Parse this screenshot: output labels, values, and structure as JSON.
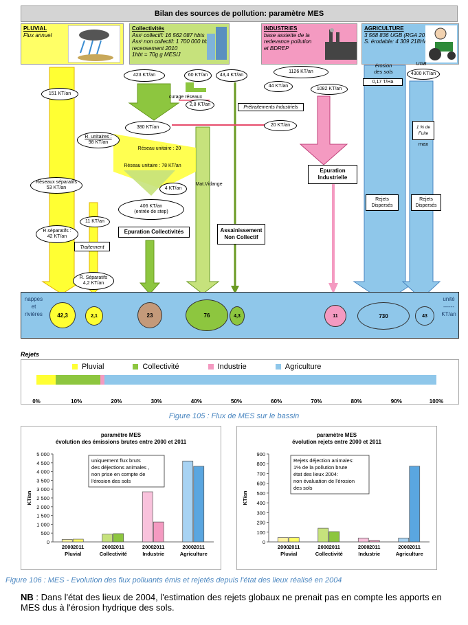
{
  "title": "Bilan des sources de pollution:  paramètre MES",
  "sources": {
    "pluvial": {
      "head": "PLUVIAL",
      "sub": "Flux annuel"
    },
    "collectivites": {
      "head": "Collectivités",
      "l1": "Assᵗ collectif:  16 562 087 hbts",
      "l2": "Assᵗ non collectif:  1 700 000 hbts",
      "l3": "recensement  2010",
      "l4": "1hbt = 70g g MES/J"
    },
    "industries": {
      "head": "INDUSTRIES",
      "l1": "base assiette de la",
      "l2": "redevance  pollution",
      "l3": "et BDREP"
    },
    "agriculture": {
      "head": "AGRICULTURE",
      "l1": "3 568 836  UGB (RGA 2010)",
      "l2": "S. érodable:  4 309 218Ha"
    }
  },
  "flows": {
    "pluvial_151": "151 KT/an",
    "col_423": "423  KT/an",
    "col_60": "60 KT/an",
    "col_43": "43,4  KT/an",
    "curage": "curage réseaux",
    "col_2_8": "2,8 KT/an",
    "col_380": "380 KT/an",
    "r_unitaires": "R. unitaires :",
    "r_unitaires_v": "98 KT/an",
    "reseau_unitaire_20": "Réseau unitaire : 20",
    "reseau_unitaire_78": "Réseau unitaire : 78 KT/an",
    "reseaux_sep": "Réseaux séparatifs",
    "reseaux_sep_v": "53 KT/an",
    "col_4": "4 KT/an",
    "mat_vidange": "Mat.Vidange",
    "col_406": "406 KT/an",
    "col_406_sub": "(entrée de step)",
    "r_sep_42": "R.séparatifs :",
    "r_sep_42_v": "42 KT/an",
    "sep_11": "11 KT/an",
    "traitement": "Traitement",
    "r_sep_4_2": "R. Séparatifs",
    "r_sep_4_2_v": "4,2 KT/an",
    "epuration_col": "Epuration Collectivités",
    "assainissement": "Assainissement",
    "assainissement2": "Non Collectif",
    "ind_1126": "1126  KT/an",
    "ind_44": "44 KT/an",
    "ind_1082": "1082 KT/an",
    "pretraitements": "Prétraitements Industriels",
    "ind_20": "20  KT/an",
    "epuration_ind": "Epuration",
    "epuration_ind2": "Industrielle",
    "erosion": "érosion",
    "erosion2": "des sols",
    "erosion_v": "0,17 T/Ha",
    "ugb": "UGB",
    "ugb_v": "4300 KT/an",
    "fuite": "1 % de",
    "fuite2": "Fuite",
    "fuite3": "max",
    "rejets_disp1": "Rejets",
    "rejets_disp1b": "Dispersés",
    "rejets_disp2": "Rejets",
    "rejets_disp2b": "Dispersés"
  },
  "band": {
    "left1": "nappes",
    "left2": "et",
    "left3": "rivières",
    "right1": "unité",
    "right2": "------",
    "right3": "KT/an",
    "values": [
      "42,3",
      "2,1",
      "23",
      "76",
      "4,3",
      "11",
      "730",
      "43"
    ]
  },
  "rejets": {
    "title": "Rejets",
    "legend": [
      "Pluvial",
      "Collectivité",
      "Industrie",
      "Agriculture"
    ],
    "colors": [
      "#ffff33",
      "#8dc63f",
      "#f49ac1",
      "#8fc7ea"
    ],
    "shares_percent": [
      4.8,
      11.1,
      1.2,
      82.9
    ],
    "axis": [
      "0%",
      "10%",
      "20%",
      "30%",
      "40%",
      "50%",
      "60%",
      "70%",
      "80%",
      "90%",
      "100%"
    ]
  },
  "fig105": "Figure 105 : Flux de MES sur le bassin",
  "fig106": "Figure 106 : MES - Evolution des flux polluants émis et rejetés depuis l'état des lieux réalisé en 2004",
  "note_bold": "NB",
  "note": " : Dans l'état des lieux de 2004, l'estimation des rejets globaux ne prenait pas en compte les apports en MES dus à l'érosion hydrique des sols.",
  "chart_data": [
    {
      "type": "bar",
      "title": "paramètre MES",
      "subtitle": "évolution  des émissions brutes entre 2000 et 2011",
      "ylabel": "KT/an",
      "ylim": [
        0,
        5000
      ],
      "yticks": [
        "0",
        "500",
        "1 000",
        "1 500",
        "2 000",
        "2 500",
        "3 000",
        "3 500",
        "4 000",
        "4 500",
        "5 000"
      ],
      "categories": [
        "Pluvial",
        "Collectivité",
        "Industrie",
        "Agriculture"
      ],
      "years": [
        "2000",
        "2011"
      ],
      "series": [
        {
          "values": [
            140,
            440,
            2850,
            4600
          ]
        },
        {
          "values": [
            155,
            470,
            1130,
            4300
          ]
        }
      ],
      "annotation": [
        "uniquement  flux bruts",
        "des déjections animales ,",
        "non prise en compte de",
        "l'érosion des sols"
      ]
    },
    {
      "type": "bar",
      "title": "paramètre MES",
      "subtitle": "évolution  rejets entre 2000 et 2011",
      "ylabel": "KT/an",
      "ylim": [
        0,
        900
      ],
      "yticks": [
        "0",
        "100",
        "200",
        "300",
        "400",
        "500",
        "600",
        "700",
        "800",
        "900"
      ],
      "categories": [
        "Pluvial",
        "Collectivité",
        "Industrie",
        "Agriculture"
      ],
      "years": [
        "2000",
        "2011"
      ],
      "series": [
        {
          "values": [
            45,
            140,
            40,
            40
          ]
        },
        {
          "values": [
            45,
            105,
            15,
            775
          ]
        }
      ],
      "annotation": [
        "Rejets déjection animales:",
        "1% de la pollution brute",
        "état des lieux 2004:",
        "non évaluation de l'érosion",
        "des sols"
      ]
    }
  ]
}
